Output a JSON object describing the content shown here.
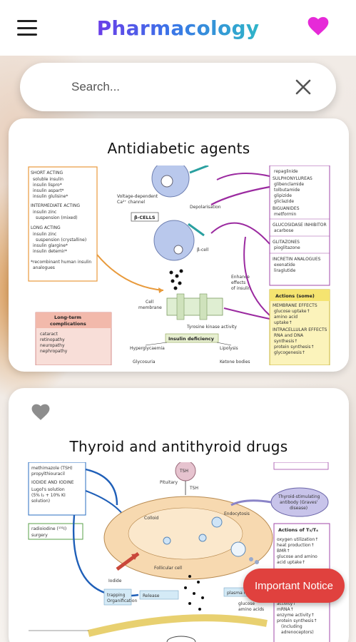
{
  "app": {
    "title": "Pharmacology",
    "accent_colors": [
      "#6a3de8",
      "#3a74e8",
      "#2fb5c8"
    ],
    "favorite_color": "#e62ad8"
  },
  "icons": {
    "menu": "hamburger-menu-icon",
    "favorites": "heart-icon",
    "clear": "close-icon",
    "card_favorite": "heart-outline-icon"
  },
  "search": {
    "placeholder": "Search...",
    "value": ""
  },
  "cards": [
    {
      "title": "Antidiabetic agents",
      "diagram": {
        "left_box": [
          "SHORT ACTING",
          "soluble insulin",
          "insulin lispro*",
          "insulin aspart*",
          "insulin glulisine*",
          "INTERMEDIATE ACTING",
          "insulin zinc",
          "suspension (mixed)",
          "LONG ACTING",
          "insulin zinc",
          "suspension (crystalline)",
          "insulin glargine*",
          "insulin detemir*",
          "*recombinant human insulin",
          "analogues"
        ],
        "cells_label": "β-CELLS",
        "labels": [
          "Voltage-dependent",
          "Ca²⁺ channel",
          "Depolarisation",
          "β-cell",
          "Cell",
          "membrane",
          "Enhance",
          "effects",
          "of insulin",
          "Tyrosine kinase activity",
          "Insulin deficiency",
          "Hyperglycaemia",
          "Lipolysis",
          "Glycosuria",
          "Ketone bodies"
        ],
        "complications_title": [
          "Long-term",
          "complications"
        ],
        "complications": [
          "cataract",
          "retinopathy",
          "neuropathy",
          "nephropathy"
        ],
        "right_drugs": [
          "repaglinide",
          "SULPHONYLUREAS",
          "glibenclamide",
          "tolbutamide",
          "glipizide",
          "gliclazide",
          "BIGUANIDES",
          "metformin",
          "GLUCOSIDASE INHIBITOR",
          "acarbose",
          "GLITAZONES",
          "pioglitazone",
          "INCRETIN ANALOGUES",
          "exenatide",
          "liraglutide"
        ],
        "actions_title": "Actions (some)",
        "actions": [
          "MEMBRANE EFFECTS",
          "glucose uptake↑",
          "amino acid",
          "uptake↑",
          "INTRACELLULAR EFFECTS",
          "RNA and DNA",
          "synthesis↑",
          "protein synthesis↑",
          "glycogenesis↑"
        ]
      }
    },
    {
      "title": "Thyroid and antithyroid drugs",
      "diagram": {
        "left_box": [
          "methimazole (TSH)",
          "propylthiouracil",
          "IODIDE AND IODINE",
          "Lugol's solution",
          "(5% I₂ + 10% KI",
          "solution)"
        ],
        "radio_box": [
          "radioiodine (¹³¹I)",
          "surgery"
        ],
        "labels": [
          "TSH",
          "Pituitary",
          "TSH",
          "Colloid",
          "Iodide",
          "trapping",
          "Organification",
          "Release",
          "Follicular cell",
          "plasma membrane",
          "glucose",
          "amino acids",
          "Endocytosis"
        ],
        "antibody_box": [
          "Thyroid-stimulating",
          "antibody (Graves'",
          "disease)"
        ],
        "actions_title": "Actions of T₃/T₄",
        "actions": [
          "oxygen utilization↑",
          "heat production↑",
          "BMR↑",
          "glucose and amino",
          "acid uptake↑",
          "activity↑",
          "mRNA↑",
          "enzyme activity↑",
          "protein synthesis↑",
          "(including",
          "adrenoceptors)"
        ]
      }
    }
  ],
  "notice_button": {
    "label": "Important Notice",
    "color": "#e0413e"
  }
}
